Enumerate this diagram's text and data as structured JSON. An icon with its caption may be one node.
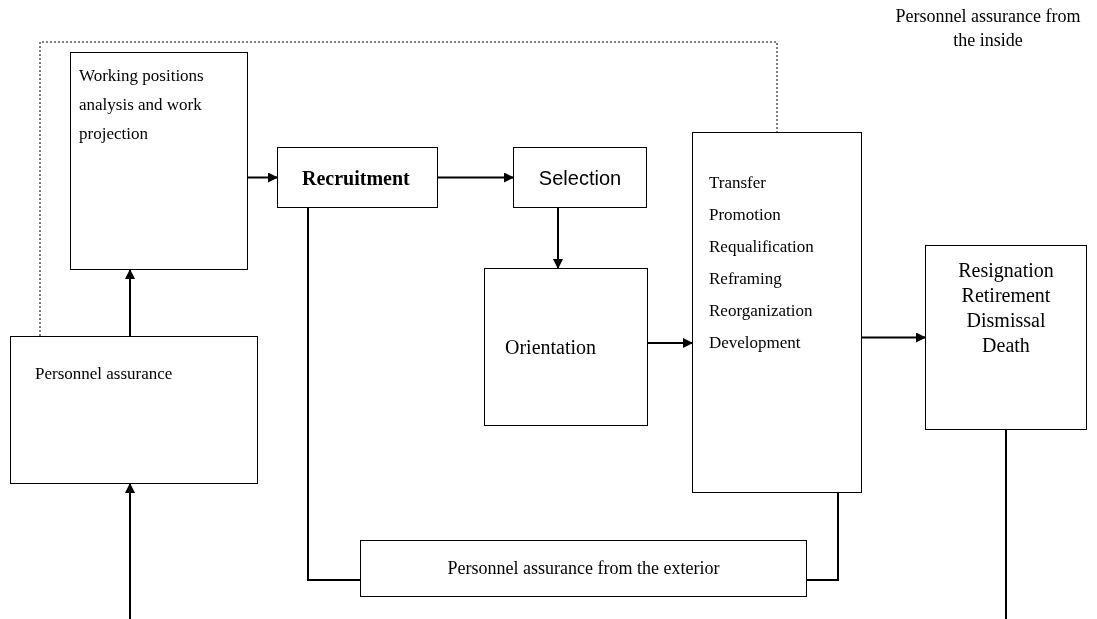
{
  "diagram": {
    "nodes": [
      {
        "text": [
          "Working positions analysis and work projection"
        ]
      },
      {
        "text": [
          "Recruitment"
        ]
      },
      {
        "text": [
          "Selection"
        ]
      },
      {
        "text": [
          "Orientation"
        ]
      },
      {
        "text": [
          "Transfer",
          "Promotion",
          "Requalification",
          "Reframing",
          "Reorganization",
          "Development"
        ]
      },
      {
        "text": [
          "Resignation",
          "Retirement",
          "Dismissal",
          "Death"
        ]
      },
      {
        "text": [
          "Personnel assurance"
        ]
      },
      {
        "text": [
          "Personnel assurance from the exterior"
        ]
      }
    ],
    "edges": [
      {
        "from": 0,
        "to": 1,
        "arrow": "to"
      },
      {
        "from": 1,
        "to": 2,
        "arrow": "to"
      },
      {
        "from": 2,
        "to": 3,
        "arrow": "to"
      },
      {
        "from": 3,
        "to": 4,
        "arrow": "to"
      },
      {
        "from": 4,
        "to": 5,
        "arrow": "to"
      },
      {
        "from": 6,
        "to": 0,
        "arrow": "to"
      },
      {
        "from": null,
        "to": 6,
        "arrow": "to"
      },
      {
        "from": 6,
        "to": 4,
        "arrow": "none",
        "style": "dashed"
      },
      {
        "from": 1,
        "to": 7,
        "arrow": "none"
      },
      {
        "from": 4,
        "to": 7,
        "arrow": "none"
      },
      {
        "from": 5,
        "to": null,
        "arrow": "none"
      }
    ],
    "labels": [
      "Personnel assurance from the inside"
    ]
  }
}
